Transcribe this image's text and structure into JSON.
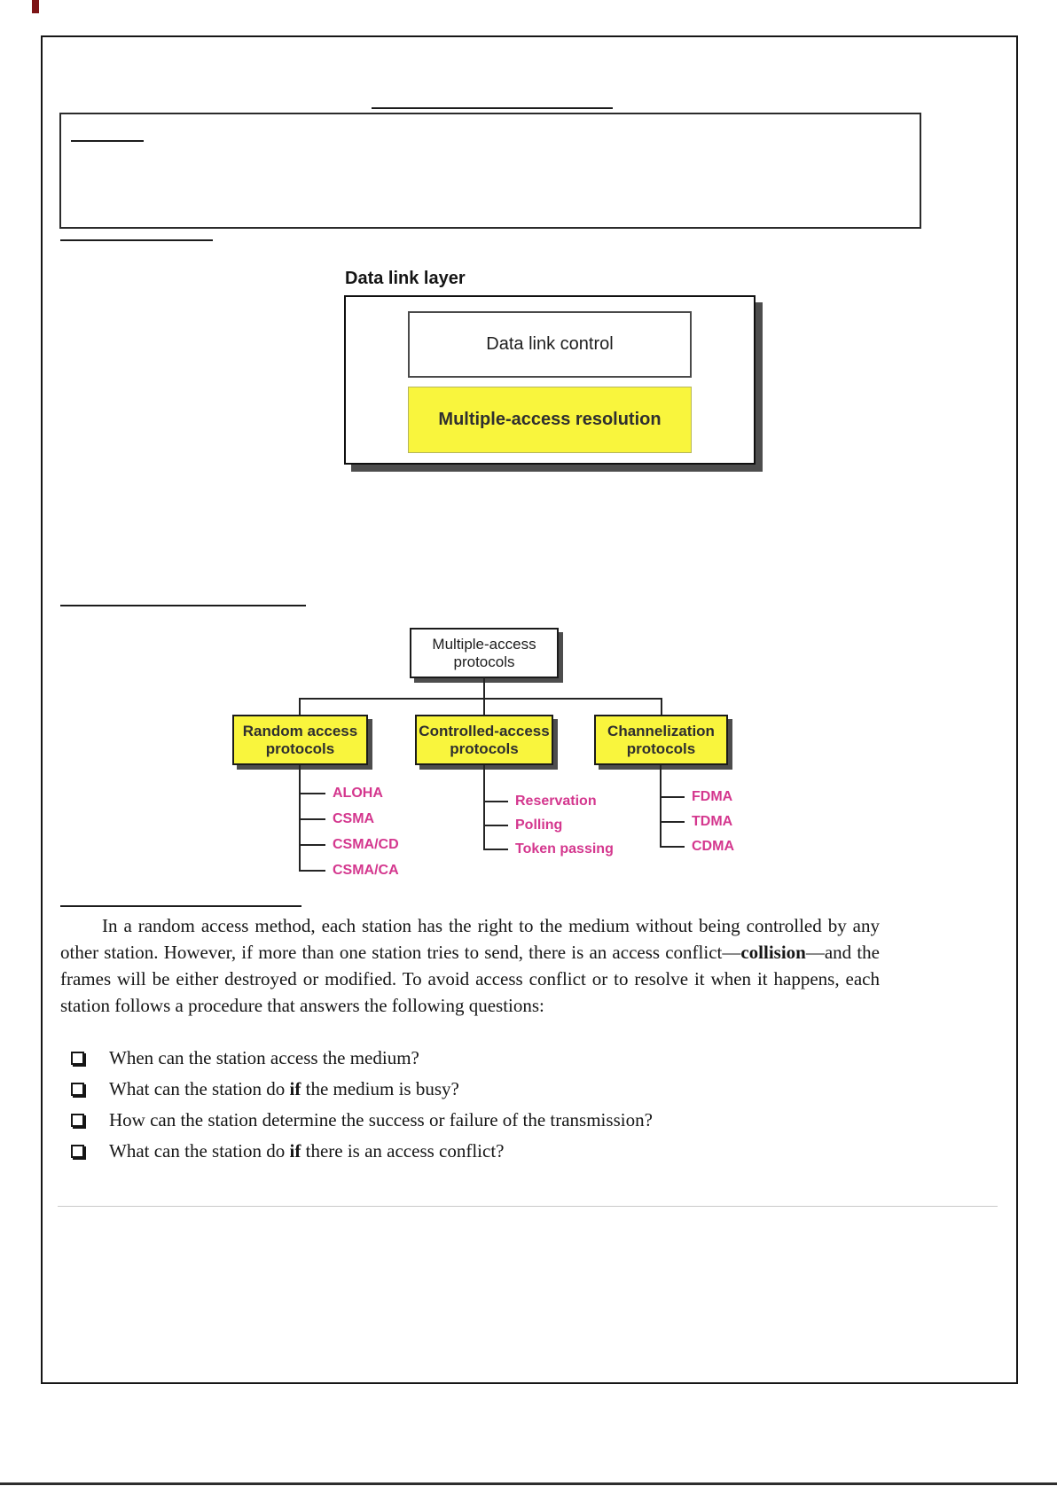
{
  "colors": {
    "highlight_yellow": "#f9f53d",
    "protocol_magenta": "#d4378e"
  },
  "figure_datalink": {
    "label": "Data link layer",
    "boxes": {
      "control": "Data link control",
      "resolution": "Multiple-access resolution"
    }
  },
  "figure_taxonomy": {
    "root": {
      "line1": "Multiple-access",
      "line2": "protocols"
    },
    "branches": [
      {
        "line1": "Random access",
        "line2": "protocols",
        "children": [
          "ALOHA",
          "CSMA",
          "CSMA/CD",
          "CSMA/CA"
        ]
      },
      {
        "line1": "Controlled-access",
        "line2": "protocols",
        "children": [
          "Reservation",
          "Polling",
          "Token passing"
        ]
      },
      {
        "line1": "Channelization",
        "line2": "protocols",
        "children": [
          "FDMA",
          "TDMA",
          "CDMA"
        ]
      }
    ]
  },
  "body_text": {
    "bullet_icon": "checkbox-square-icon",
    "paragraph": [
      {
        "t": "In a random access method, each station has the right to the medium without being controlled by any other station. However, if more than one station tries to send, there is an access conflict—"
      },
      {
        "t": "collision",
        "b": true
      },
      {
        "t": "—and the frames will be either destroyed or modified. To avoid access conflict or to resolve it when it happens, each station follows a procedure that answers the following questions:"
      }
    ],
    "bullets": [
      [
        {
          "t": "When can the station access the medium?"
        }
      ],
      [
        {
          "t": "What can the station do "
        },
        {
          "t": "if",
          "b": true
        },
        {
          "t": " the medium is busy?"
        }
      ],
      [
        {
          "t": "How can the station determine the success or failure of the transmission?"
        }
      ],
      [
        {
          "t": "What can the station do "
        },
        {
          "t": "if",
          "b": true
        },
        {
          "t": " there is an access conflict?"
        }
      ]
    ]
  }
}
